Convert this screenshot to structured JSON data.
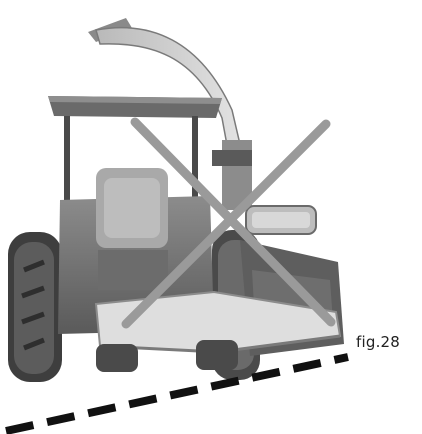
{
  "figure": {
    "label": "fig.28",
    "illustration": "tractor-with-rear-mounted-forage-harvester",
    "overlay_symbol": "x-cross-icon",
    "ground_line": "dashed-sloped-line",
    "colors": {
      "cross": "#9a9a9a",
      "body_dark": "#5e5e5e",
      "body_mid": "#8a8a8a",
      "body_light": "#c9c9c9",
      "dash": "#111111"
    }
  }
}
